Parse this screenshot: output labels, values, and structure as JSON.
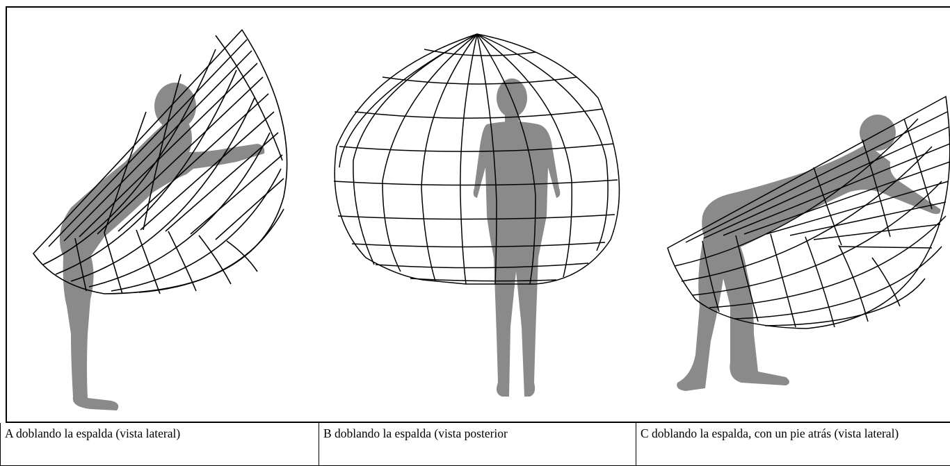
{
  "figure": {
    "panels": [
      {
        "id": "A",
        "figure_type": "person bending forward with reach envelope grid",
        "view": "side"
      },
      {
        "id": "B",
        "figure_type": "person standing inside reach envelope globe",
        "view": "rear"
      },
      {
        "id": "C",
        "figure_type": "person bending forward, one foot back, reach envelope grid",
        "view": "side"
      }
    ],
    "colors": {
      "silhouette": "#8a8a8a",
      "grid": "#000000",
      "background": "#ffffff"
    }
  },
  "captions": {
    "a": "A doblando la espalda (vista lateral)",
    "b": "B doblando la espalda (vista posterior",
    "c": "C doblando la espalda, con un pie atrás (vista lateral)"
  }
}
